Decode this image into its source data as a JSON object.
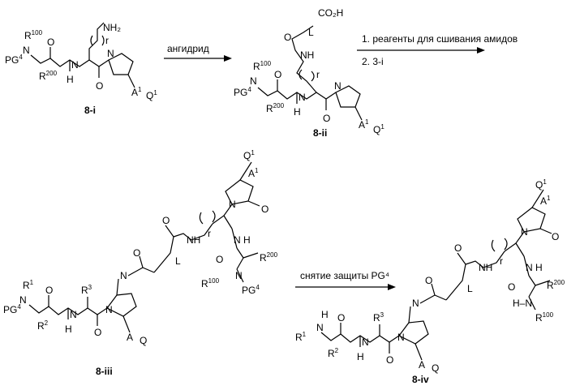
{
  "compounds": {
    "c1": {
      "label": "8-i"
    },
    "c2": {
      "label": "8-ii"
    },
    "c3": {
      "label": "8-iii"
    },
    "c4": {
      "label": "8-iv"
    }
  },
  "arrows": {
    "a1": {
      "text": "ангидрид"
    },
    "a2": {
      "line1": "1. реагенты для сшивания амидов",
      "line2": "2. 3-i"
    },
    "a3": {
      "text": "снятие защиты PG⁴"
    }
  },
  "atoms": {
    "NH2": "NH₂",
    "CO2H": "CO₂H",
    "N": "N",
    "NH": "NH",
    "H": "H",
    "O": "O",
    "r": "r",
    "L": "L",
    "A": "A",
    "Q": "Q",
    "R": "R",
    "PG": "PG",
    "s100": "100",
    "s200": "200",
    "s1": "1",
    "s2": "2",
    "s3": "3",
    "s4": "4"
  }
}
